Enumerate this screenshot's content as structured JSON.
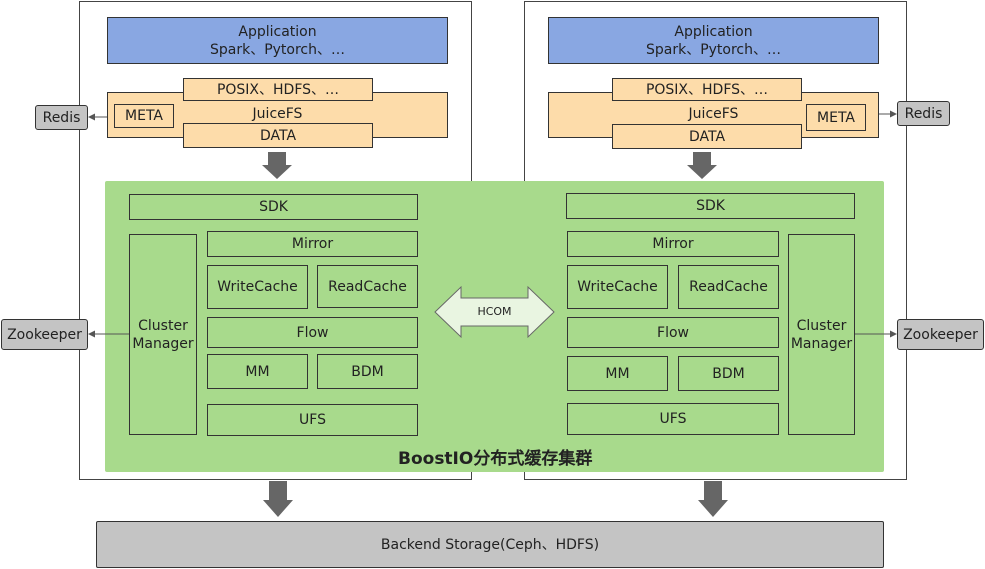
{
  "left": {
    "application": {
      "line1": "Application",
      "line2": "Spark、Pytorch、…"
    },
    "posix": "POSIX、HDFS、…",
    "juicefs": "JuiceFS",
    "meta": "META",
    "data": "DATA",
    "redis": "Redis",
    "sdk": "SDK",
    "cluster_manager": {
      "line1": "Cluster",
      "line2": "Manager"
    },
    "mirror": "Mirror",
    "write_cache": "WriteCache",
    "read_cache": "ReadCache",
    "flow": "Flow",
    "mm": "MM",
    "bdm": "BDM",
    "ufs": "UFS",
    "zookeeper": "Zookeeper"
  },
  "right": {
    "application": {
      "line1": "Application",
      "line2": "Spark、Pytorch、…"
    },
    "posix": "POSIX、HDFS、…",
    "juicefs": "JuiceFS",
    "meta": "META",
    "data": "DATA",
    "redis": "Redis",
    "sdk": "SDK",
    "cluster_manager": {
      "line1": "Cluster",
      "line2": "Manager"
    },
    "mirror": "Mirror",
    "write_cache": "WriteCache",
    "read_cache": "ReadCache",
    "flow": "Flow",
    "mm": "MM",
    "bdm": "BDM",
    "ufs": "UFS",
    "zookeeper": "Zookeeper"
  },
  "hcom": "HCOM",
  "cluster_caption": "BoostIO分布式缓存集群",
  "backend_storage": "Backend Storage(Ceph、HDFS)",
  "colors": {
    "application": "#89a7e2",
    "juicefs": "#fddcaa",
    "cache_cluster": "#a8da8c",
    "external": "#c4c4c4",
    "arrow": "#666666"
  }
}
